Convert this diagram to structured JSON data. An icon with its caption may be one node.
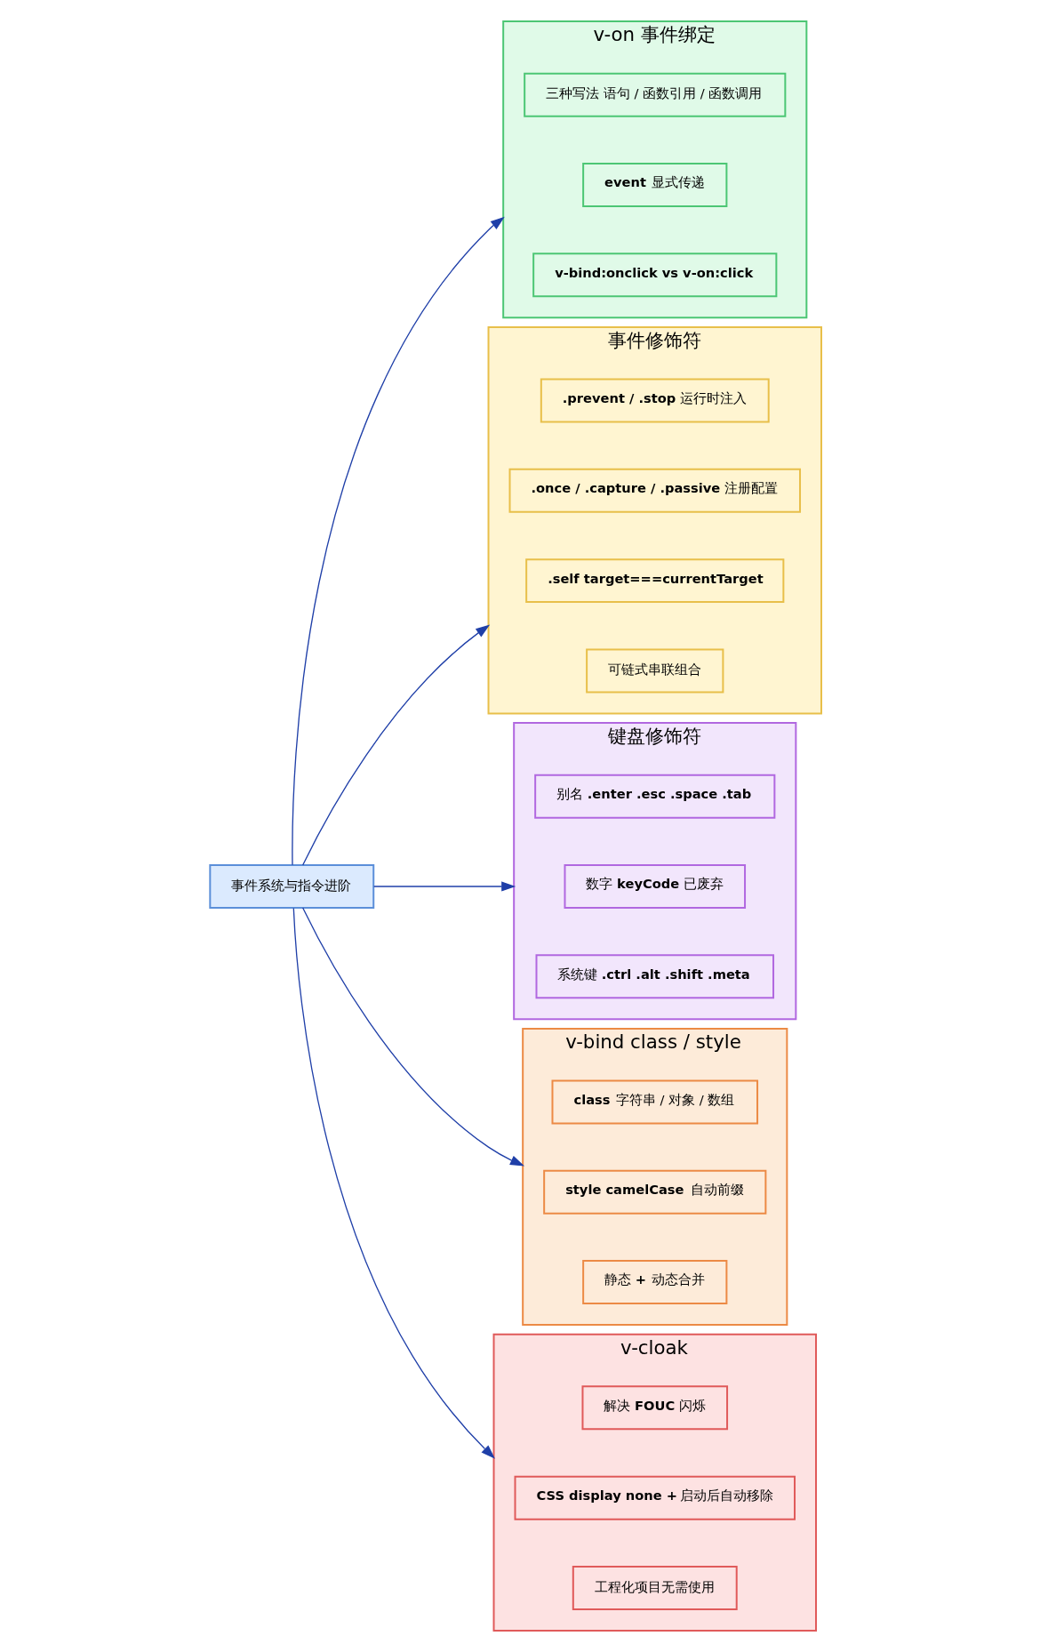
{
  "diagram": {
    "nodes": [
      {
        "text": [
          "事件系统与指令进阶"
        ]
      },
      {
        "text": [
          "v-on 事件绑定"
        ]
      },
      {
        "text": [
          "三种写法 语句 / 函数引用 / 函数调用"
        ],
        "in": 1
      },
      {
        "text": [
          "**event** 显式传递"
        ],
        "in": 1
      },
      {
        "text": [
          "**v-bind:onclick vs v-on:click**"
        ],
        "in": 1
      },
      {
        "text": [
          "事件修饰符"
        ]
      },
      {
        "text": [
          "**.prevent / .stop** 运行时注入"
        ],
        "in": 5
      },
      {
        "text": [
          "**.once / .capture / .passive** 注册配置"
        ],
        "in": 5
      },
      {
        "text": [
          "**.self target===currentTarget**"
        ],
        "in": 5
      },
      {
        "text": [
          "可链式串联组合"
        ],
        "in": 5
      },
      {
        "text": [
          "键盘修饰符"
        ]
      },
      {
        "text": [
          "别名 **.enter .esc .space .tab**"
        ],
        "in": 10
      },
      {
        "text": [
          "数字 **keyCode** 已废弃"
        ],
        "in": 10
      },
      {
        "text": [
          "系统键 **.ctrl .alt .shift .meta**"
        ],
        "in": 10
      },
      {
        "text": [
          "v-bind class / style"
        ]
      },
      {
        "text": [
          "**class** 字符串 / 对象 / 数组"
        ],
        "in": 14
      },
      {
        "text": [
          "**style camelCase** 自动前缀"
        ],
        "in": 14
      },
      {
        "text": [
          "静态 **+** 动态合并"
        ],
        "in": 14
      },
      {
        "text": [
          "v-cloak"
        ]
      },
      {
        "text": [
          "解决 **FOUC** 闪烁"
        ],
        "in": 18
      },
      {
        "text": [
          "**CSS display none +** 启动后自动移除"
        ],
        "in": 18
      },
      {
        "text": [
          "工程化项目无需使用"
        ],
        "in": 18
      }
    ],
    "edges": [
      {
        "from": 0,
        "to": 1,
        "arrow": "to"
      },
      {
        "from": 0,
        "to": 5,
        "arrow": "to"
      },
      {
        "from": 0,
        "to": 10,
        "arrow": "to"
      },
      {
        "from": 0,
        "to": 14,
        "arrow": "to"
      },
      {
        "from": 0,
        "to": 18,
        "arrow": "to"
      }
    ]
  }
}
